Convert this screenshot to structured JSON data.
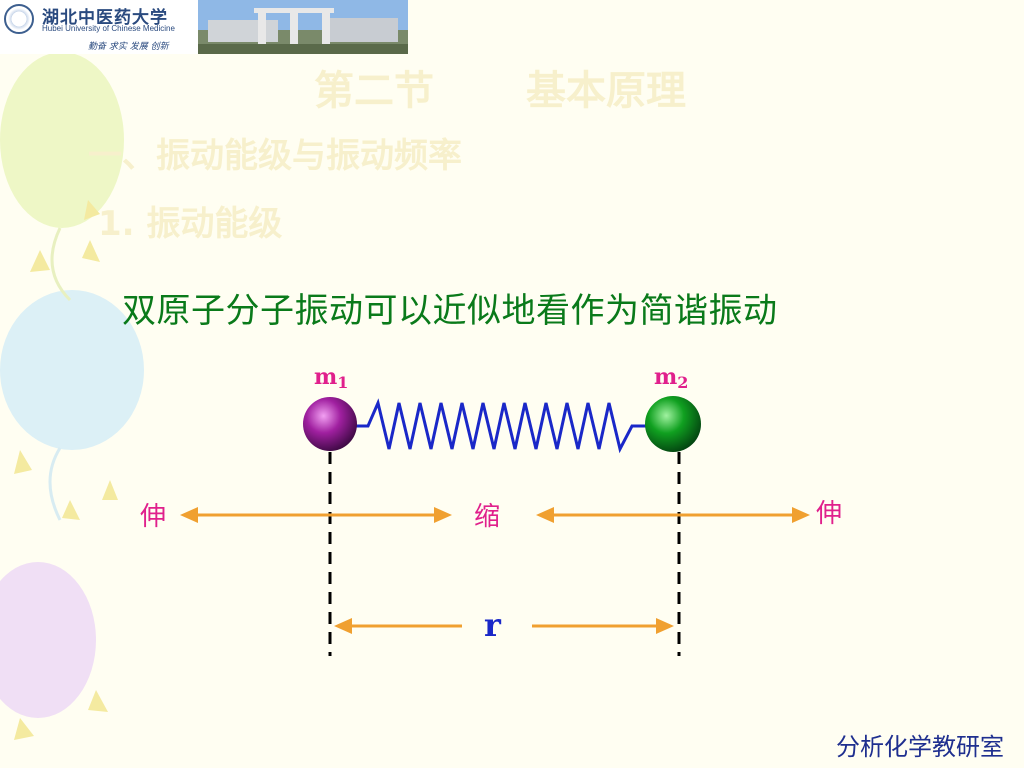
{
  "logo": {
    "name_cn": "湖北中医药大学",
    "name_en": "Hubei University of Chinese Medicine",
    "motto": "勤奋 求实 发展 创新"
  },
  "title": {
    "part1": "第二节",
    "part2": "基本原理"
  },
  "heading1": "一、振动能级与振动频率",
  "heading2": "1. 振动能级",
  "sentence": "双原子分子振动可以近似地看作为简谐振动",
  "diagram": {
    "mass1_label": "m",
    "mass1_sub": "1",
    "mass2_label": "m",
    "mass2_sub": "2",
    "left_label": "伸",
    "center_label": "缩",
    "right_label": "伸",
    "distance_label": "r",
    "colors": {
      "mass1": "#a020a0",
      "mass2": "#10a020",
      "spring": "#1a28c8",
      "arrow": "#f0a030",
      "label": "#e0208c",
      "distance": "#1a28c8"
    }
  },
  "footer": "分析化学教研室"
}
